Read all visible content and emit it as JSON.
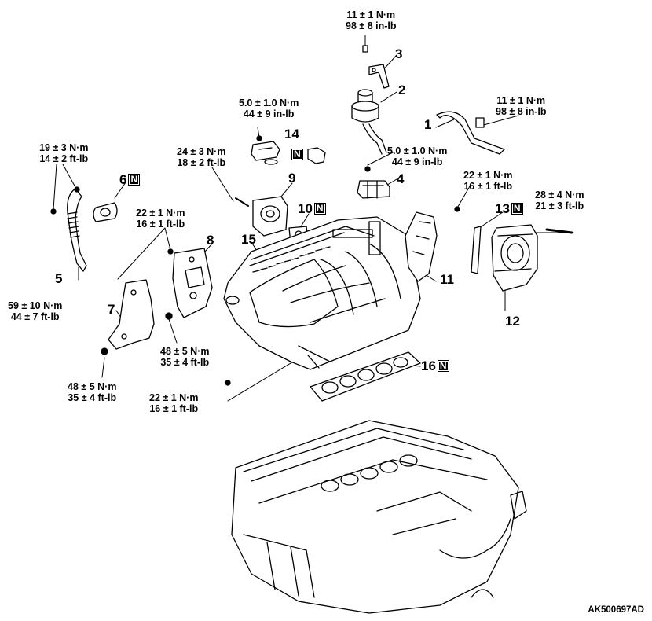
{
  "figure_code": "AK500697AD",
  "new_part_mark": "N",
  "torques": {
    "t3": [
      "11 ± 1 N·m",
      "98 ± 8 in-lb"
    ],
    "t1": [
      "11 ± 1 N·m",
      "98 ± 8 in-lb"
    ],
    "t14": [
      "5.0 ± 1.0 N·m",
      "44 ± 9 in-lb"
    ],
    "t4": [
      "5.0 ± 1.0 N·m",
      "44 ± 9 in-lb"
    ],
    "t5a": [
      "19 ± 3 N·m",
      "14 ± 2 ft-lb"
    ],
    "t9": [
      "24 ± 3 N·m",
      "18 ± 2 ft-lb"
    ],
    "t11": [
      "22 ± 1 N·m",
      "16 ± 1 ft-lb"
    ],
    "t12": [
      "28 ± 4 N·m",
      "21 ± 3 ft-lb"
    ],
    "t8": [
      "22 ± 1 N·m",
      "16 ± 1 ft-lb"
    ],
    "t5b": [
      "59 ± 10 N·m",
      "44 ± 7 ft-lb"
    ],
    "t15": [
      "48 ± 5 N·m",
      "35 ± 4 ft-lb"
    ],
    "t7": [
      "48 ± 5 N·m",
      "35 ± 4 ft-lb"
    ],
    "t16": [
      "22 ± 1 N·m",
      "16 ± 1 ft-lb"
    ]
  },
  "parts": {
    "p1": "1",
    "p2": "2",
    "p3": "3",
    "p4": "4",
    "p5": "5",
    "p6": "6",
    "p7": "7",
    "p8": "8",
    "p9": "9",
    "p10": "10",
    "p11": "11",
    "p12": "12",
    "p13": "13",
    "p14": "14",
    "p15": "15",
    "p16": "16"
  }
}
